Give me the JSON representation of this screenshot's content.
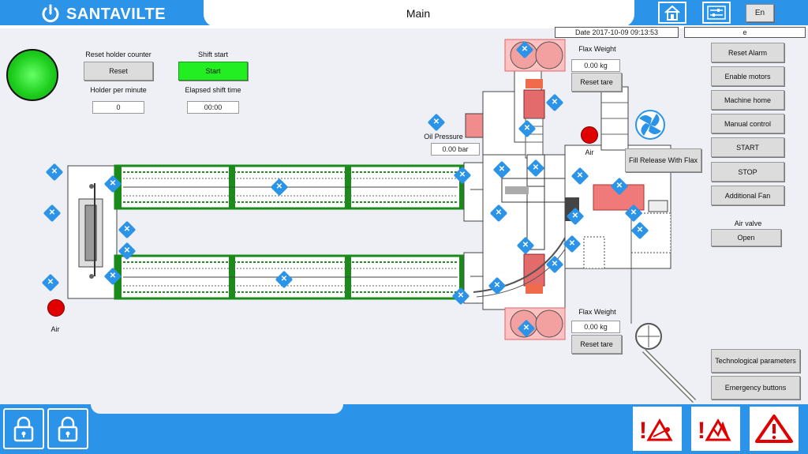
{
  "header": {
    "brand": "SANTAVILTE",
    "title": "Main",
    "date_label": "Date 2017-10-09 09:13:53",
    "status_field": "e",
    "lang_label": "En",
    "icons": [
      "home-icon",
      "settings-sliders-icon"
    ]
  },
  "left_panel": {
    "reset_counter_label": "Reset holder counter",
    "reset_button": "Reset",
    "holder_per_minute_label": "Holder per  minute",
    "holder_per_minute_value": "0",
    "shift_start_label": "Shift start",
    "start_button": "Start",
    "elapsed_label": "Elapsed shift time",
    "elapsed_value": "00:00"
  },
  "machine": {
    "oil_pressure_label": "Oil Pressure",
    "oil_pressure_value": "0.00  bar",
    "flax_weight_top_label": "Flax Weight",
    "flax_weight_top_value": "0.00  kg",
    "reset_tare_top": "Reset tare",
    "flax_weight_bottom_label": "Flax Weight",
    "flax_weight_bottom_value": "0.00  kg",
    "reset_tare_bottom": "Reset tare",
    "air_label_left": "Air",
    "air_label_right": "Air",
    "fill_release_button": "Fill Release With Flax"
  },
  "right_panel": {
    "buttons": [
      "Reset Alarm",
      "Enable motors",
      "Machine home",
      "Manual control",
      "START",
      "STOP",
      "Additional Fan"
    ],
    "air_valve_label": "Air valve",
    "air_valve_button": "Open",
    "tech_params_button": "Technological parameters",
    "emergency_button": "Emergency buttons"
  },
  "footer": {
    "lock_icons": [
      "lock-icon",
      "lock-icon"
    ],
    "alarm_icons": [
      "motor-alarm-icon",
      "chart-alarm-icon",
      "general-alarm-icon"
    ]
  },
  "colors": {
    "accent": "#2b93e8",
    "start_green": "#22ee22",
    "status_lamp": "#22dd22",
    "air_lamp": "#e00000",
    "conveyor_green": "#1a8a1a"
  }
}
